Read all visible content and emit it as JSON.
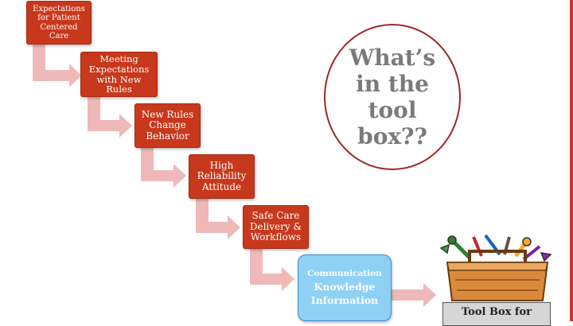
{
  "colors": {
    "step_fill": "#c8381c",
    "final_fill": "#8fd0f5",
    "connector": "#efb9b9",
    "accent_bar": "#c0392b",
    "circle_border": "#9a2a2a"
  },
  "steps": [
    {
      "label": "Expectations for Patient Centered Care"
    },
    {
      "label": "Meeting Expectations with New Rules"
    },
    {
      "label": "New Rules Change Behavior"
    },
    {
      "label": "High Reliability Attitude"
    },
    {
      "label": "Safe Care Delivery & Workflows"
    }
  ],
  "final_step": {
    "line1": "Communication",
    "line2": "Knowledge",
    "line3": "Information"
  },
  "question": "What’s in the tool box??",
  "toolbox": {
    "icon": "toolbox-icon",
    "caption": "Tool Box for"
  }
}
